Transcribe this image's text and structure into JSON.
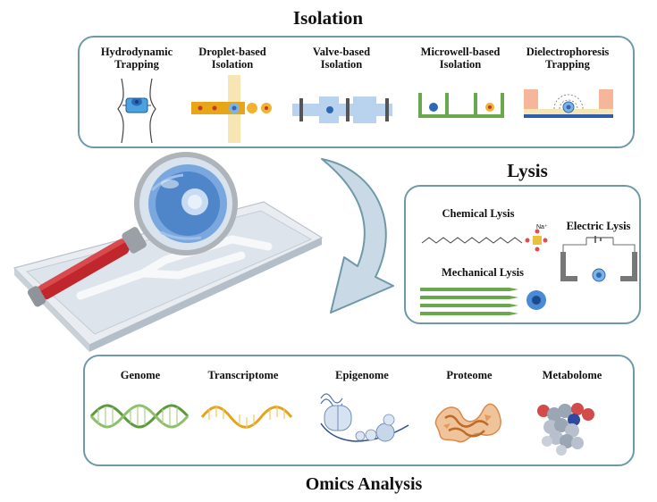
{
  "isolation": {
    "title": "Isolation",
    "methods": [
      {
        "line1": "Hydrodynamic",
        "line2": "Trapping"
      },
      {
        "line1": "Droplet-based",
        "line2": "Isolation"
      },
      {
        "line1": "Valve-based",
        "line2": "Isolation"
      },
      {
        "line1": "Microwell-based",
        "line2": "Isolation"
      },
      {
        "line1": "Dielectrophoresis",
        "line2": "Trapping"
      }
    ]
  },
  "lysis": {
    "title": "Lysis",
    "chemical": "Chemical Lysis",
    "electric": "Electric Lysis",
    "mechanical": "Mechanical Lysis",
    "ion_label": "Na⁺"
  },
  "omics": {
    "title": "Omics Analysis",
    "items": [
      "Genome",
      "Transcriptome",
      "Epigenome",
      "Proteome",
      "Metabolome"
    ]
  },
  "colors": {
    "panel_border": "#6f99a8",
    "genome": "#5c9a3c",
    "transcriptome": "#e3a41c",
    "proteome": "#d9894a",
    "cell": "#2f6fc4",
    "handle": "#c0272d"
  }
}
